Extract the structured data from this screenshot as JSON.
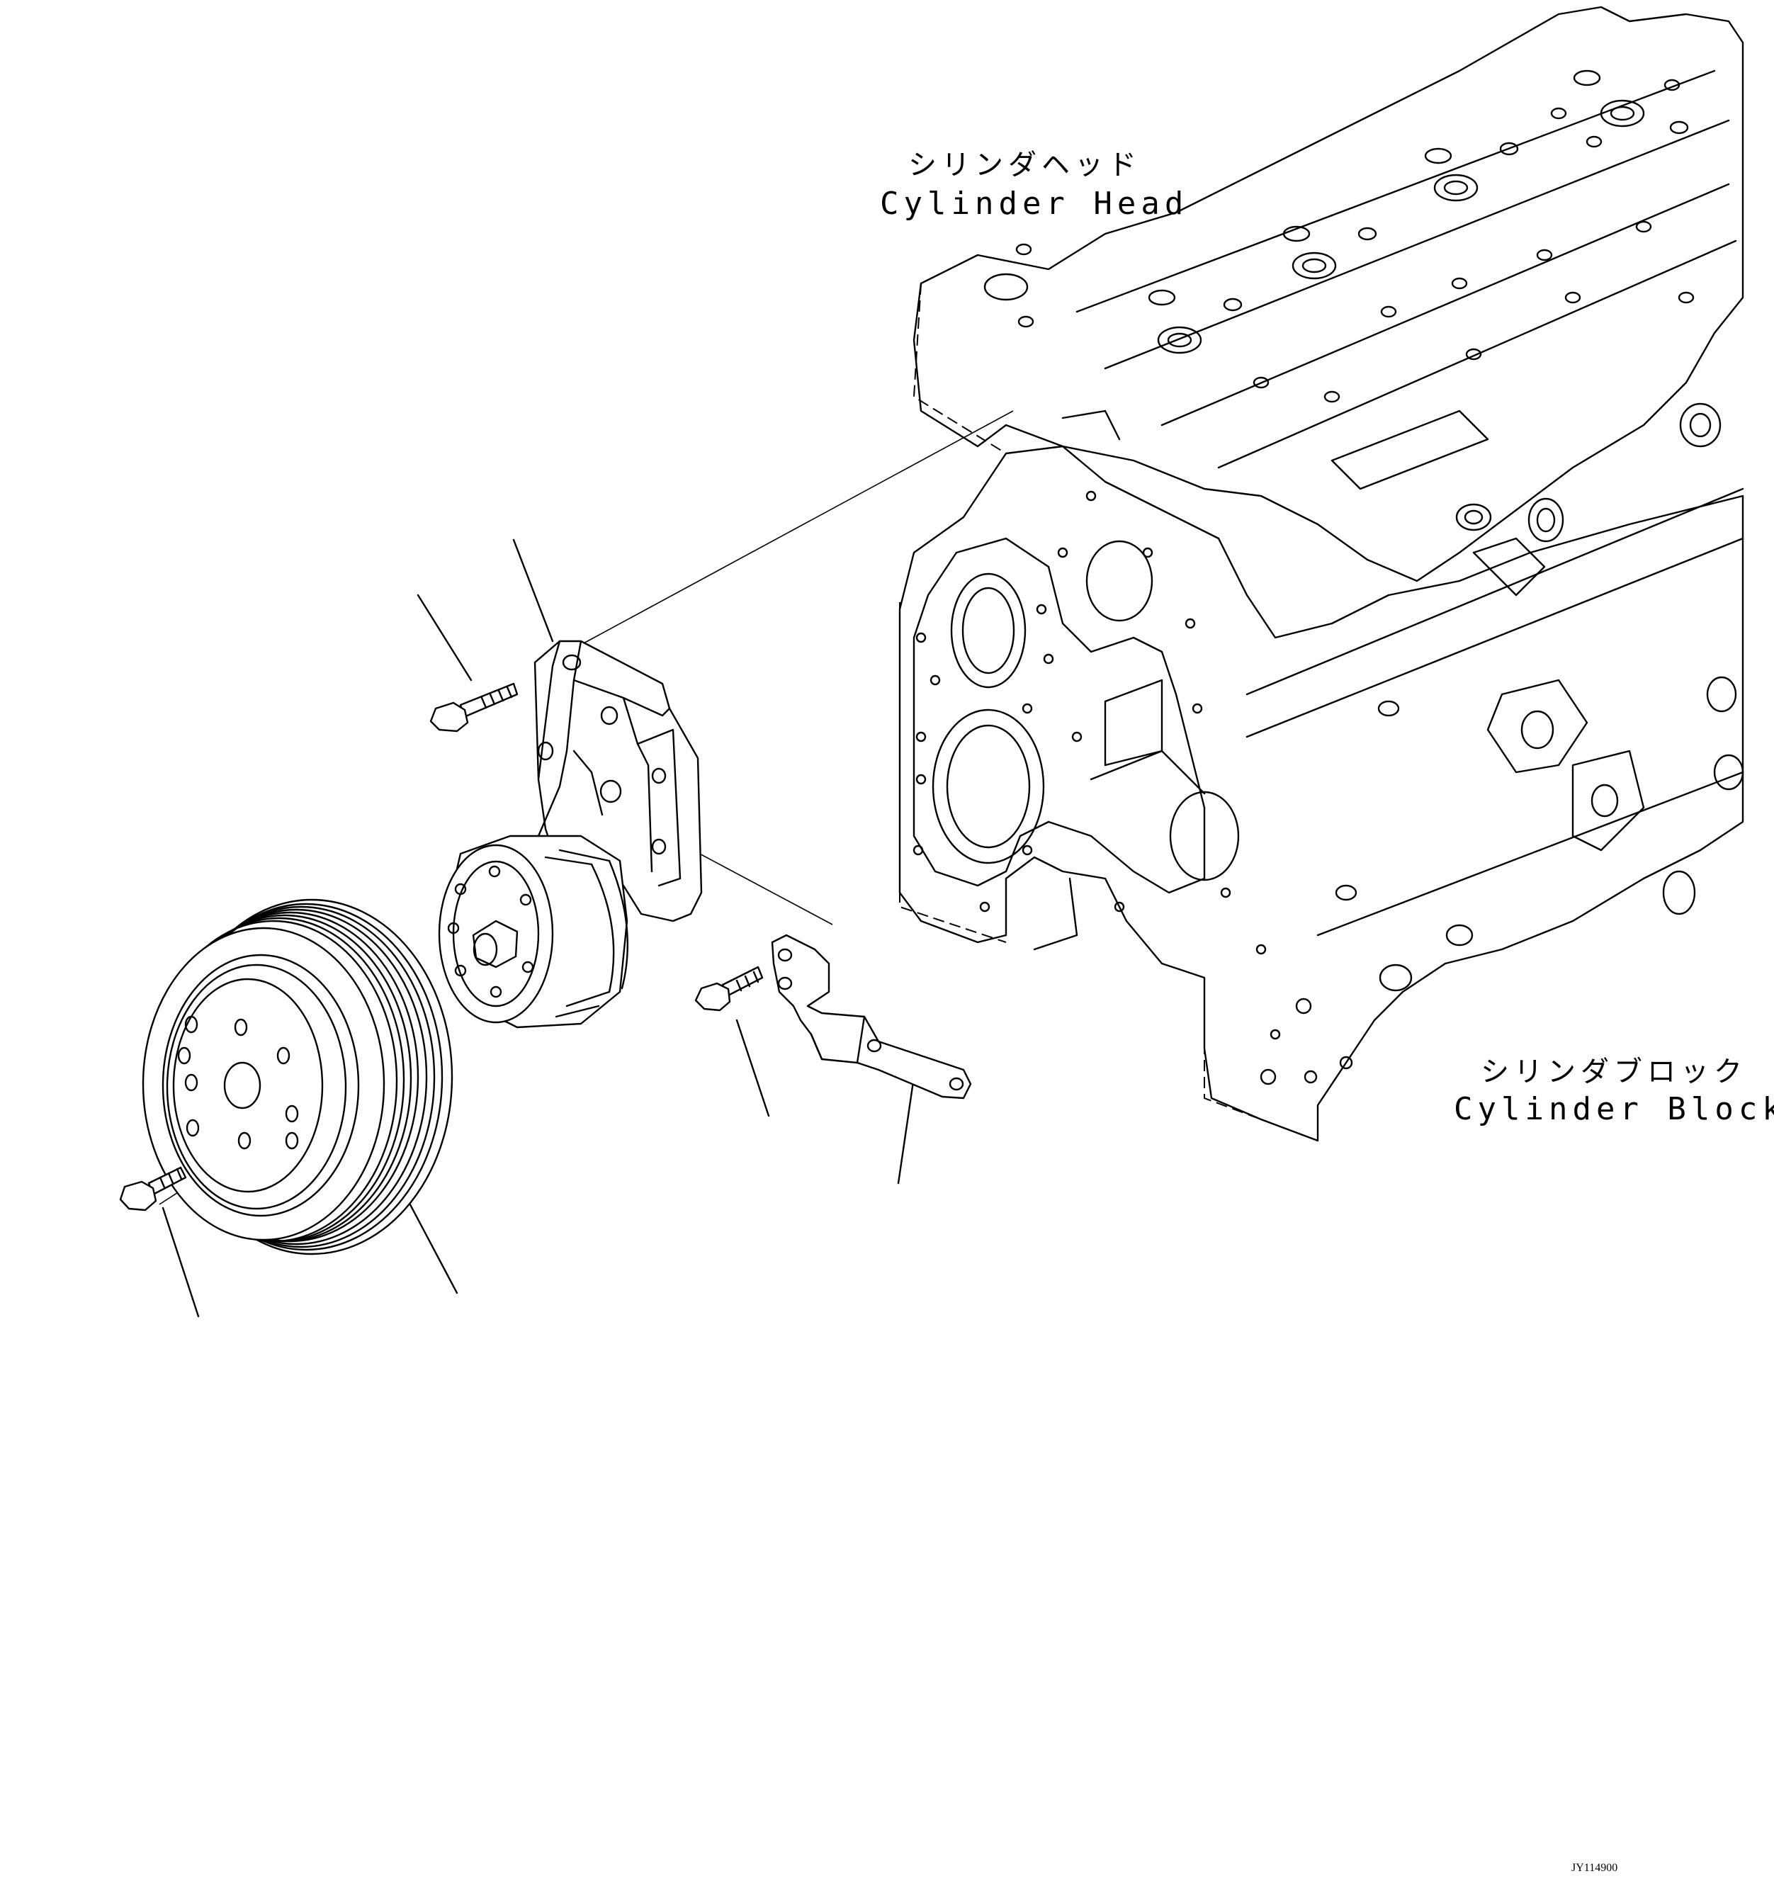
{
  "labels": {
    "cylinder_head_jp": "シリンダヘッド",
    "cylinder_head_en": "Cylinder Head",
    "cylinder_block_jp": "シリンダブロック",
    "cylinder_block_en": "Cylinder Block"
  },
  "drawing_code": "JY114900",
  "colors": {
    "line": "#000000",
    "background": "#ffffff"
  }
}
